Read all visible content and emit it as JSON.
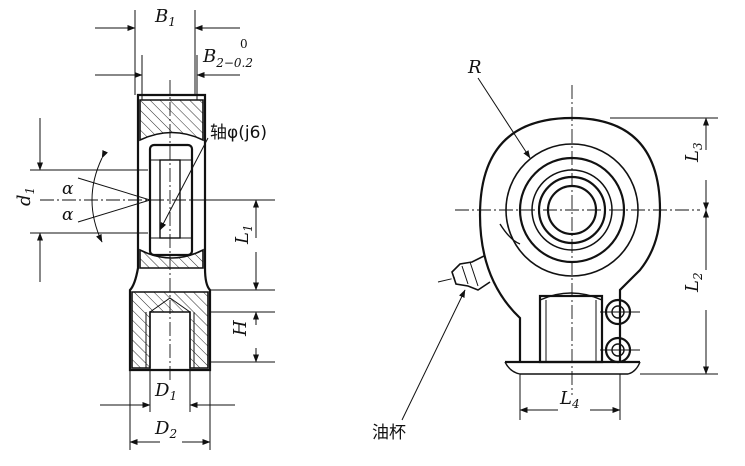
{
  "labels": {
    "B1": "B",
    "B1_sub": "1",
    "B2": "B",
    "B2_sub": "2−0.2",
    "B2_sup": "0",
    "shaft": "轴φ(j6)",
    "d1": "d",
    "d1_sub": "1",
    "alpha1": "α",
    "alpha2": "α",
    "L1": "L",
    "L1_sub": "1",
    "H": "H",
    "D1": "D",
    "D1_sub": "1",
    "D2": "D",
    "D2_sub": "2",
    "R": "R",
    "L3": "L",
    "L3_sub": "3",
    "L2": "L",
    "L2_sub": "2",
    "L4": "L",
    "L4_sub": "4",
    "oil_cup": "油杯"
  }
}
